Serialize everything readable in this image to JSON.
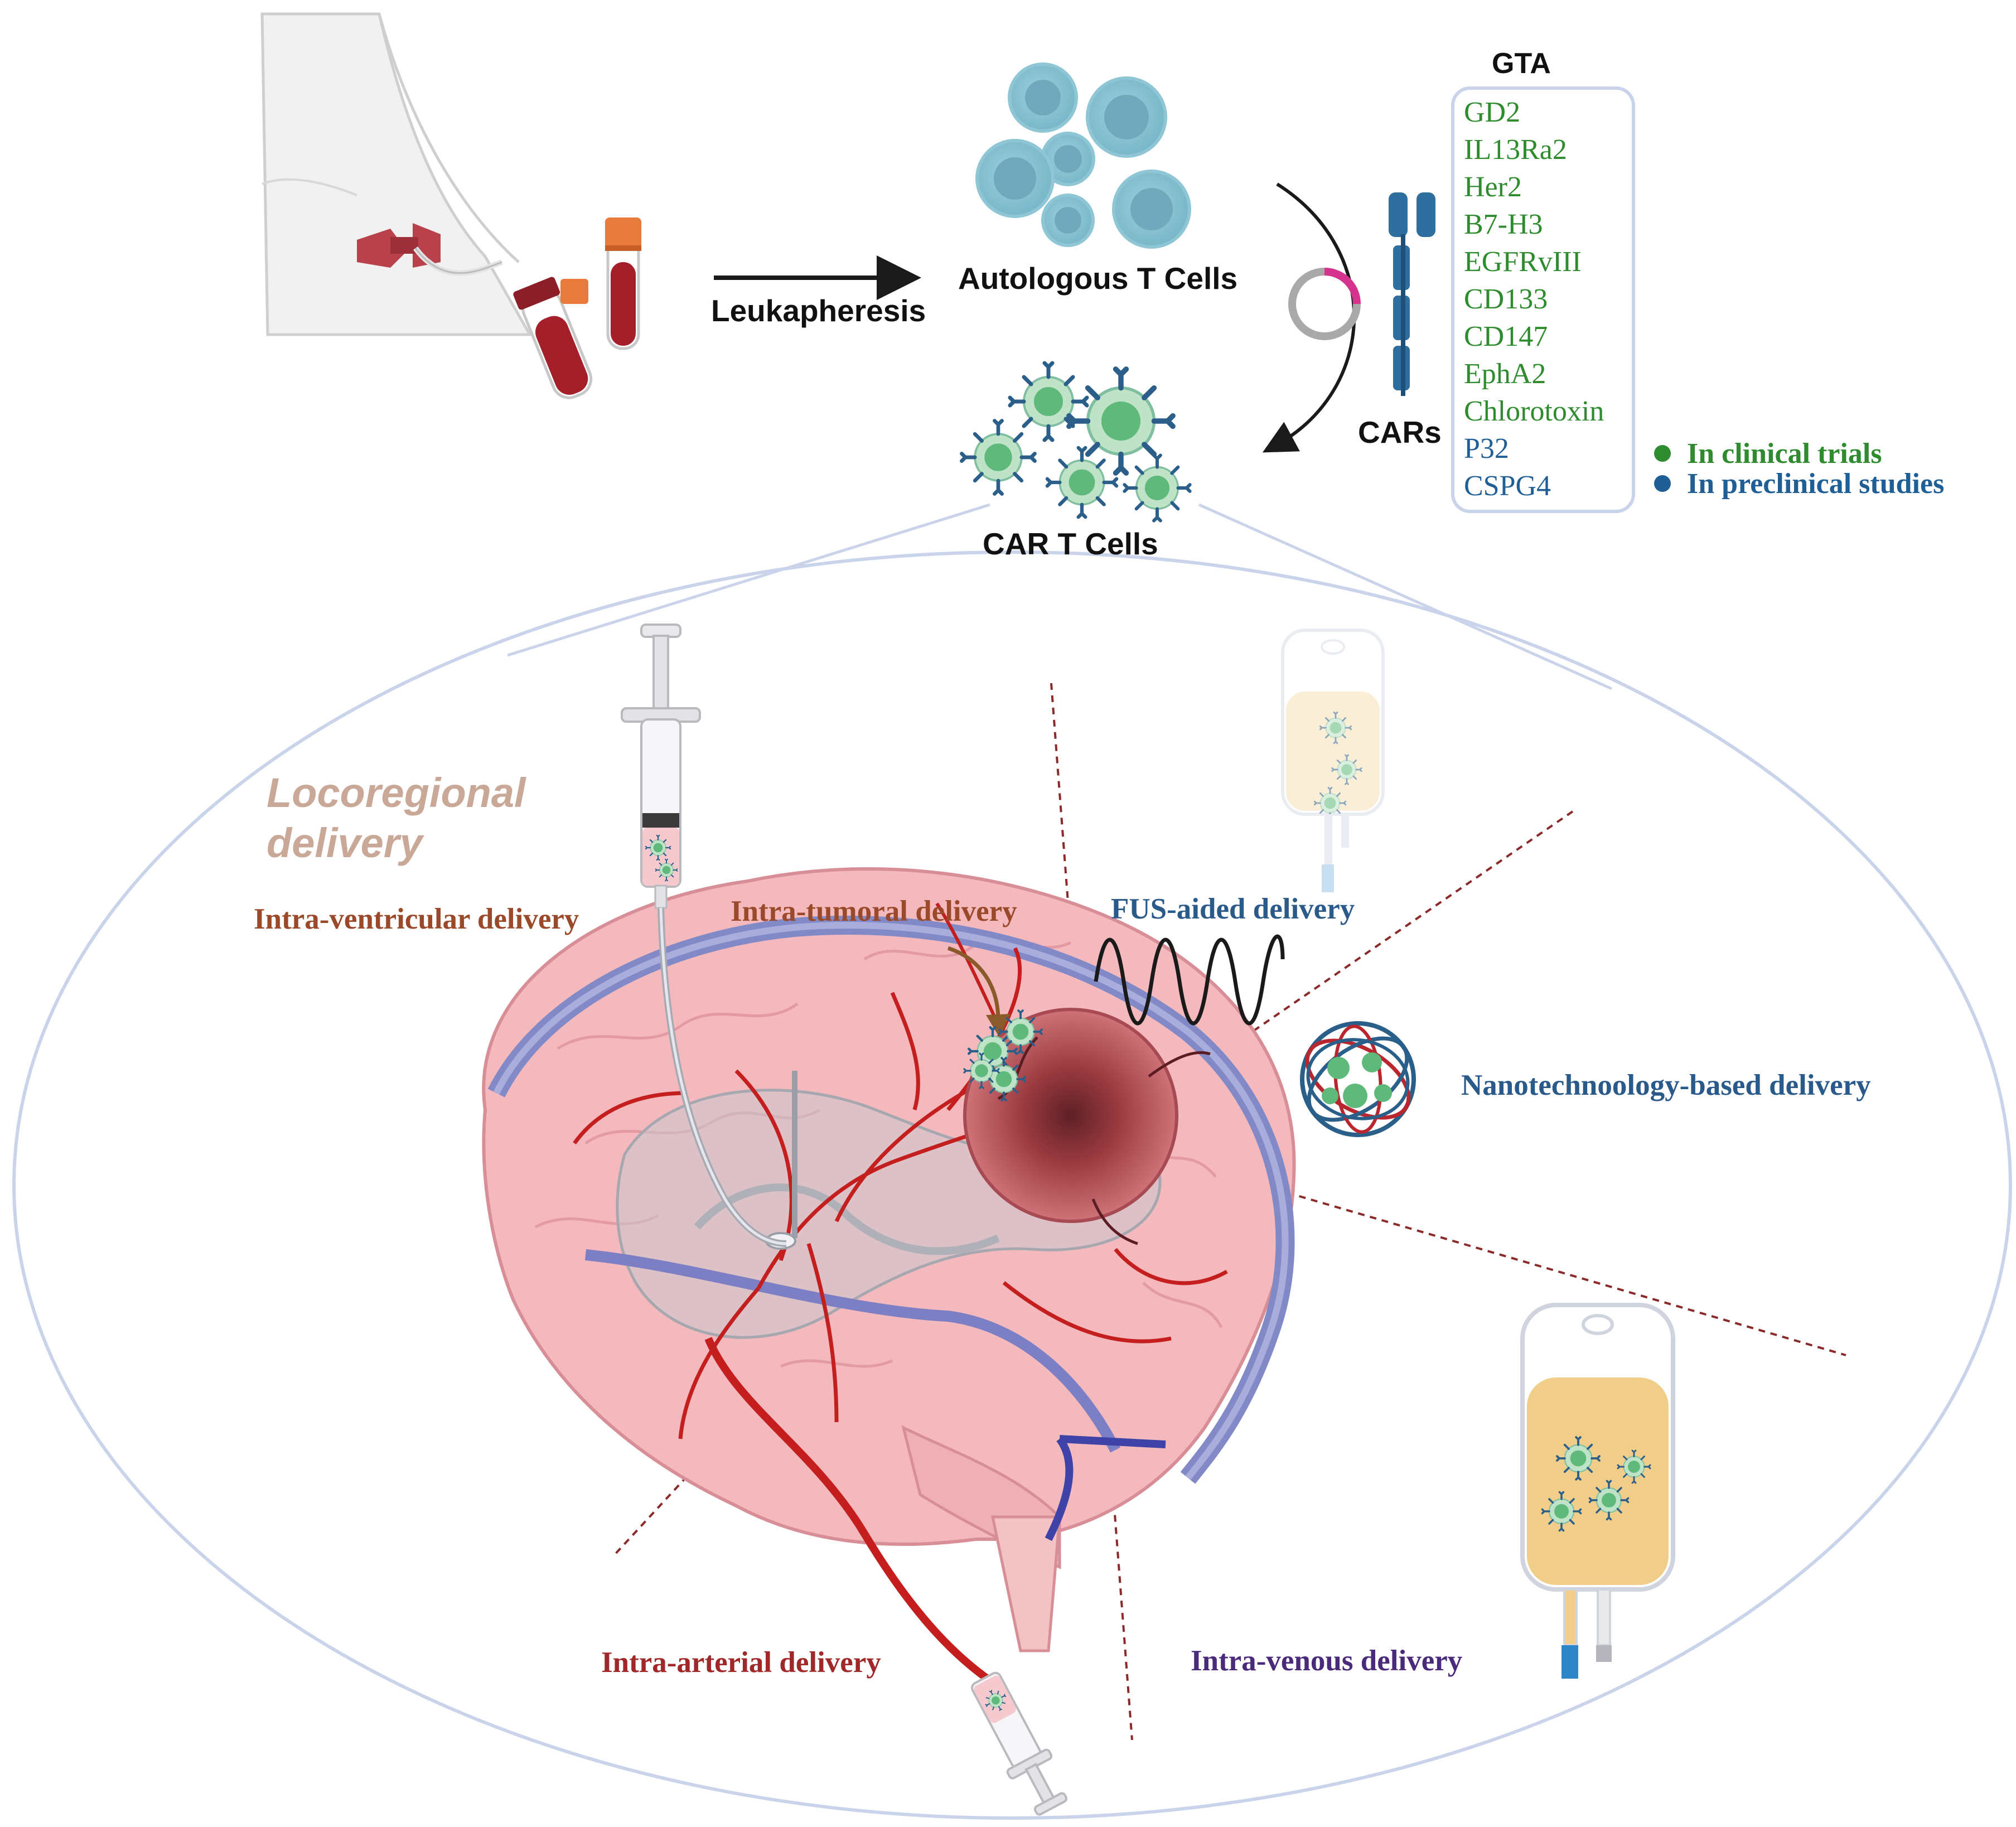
{
  "labels": {
    "leukapheresis": "Leukapheresis",
    "autologous_t_cells": "Autologous T Cells",
    "car_t_cells": "CAR T Cells",
    "cars": "CARs",
    "gta_title": "GTA",
    "locoregional_line1": "Locoregional",
    "locoregional_line2": "delivery",
    "intra_ventricular": "Intra-ventricular delivery",
    "intra_tumoral": "Intra-tumoral delivery",
    "fus_aided": "FUS-aided delivery",
    "nanotechnology": "Nanotechnoology-based delivery",
    "intra_arterial": "Intra-arterial delivery",
    "intra_venous": "Intra-venous delivery"
  },
  "gta_targets": [
    {
      "name": "GD2",
      "status": "clinical"
    },
    {
      "name": "IL13Ra2",
      "status": "clinical"
    },
    {
      "name": "Her2",
      "status": "clinical"
    },
    {
      "name": "B7-H3",
      "status": "clinical"
    },
    {
      "name": "EGFRvIII",
      "status": "clinical"
    },
    {
      "name": "CD133",
      "status": "clinical"
    },
    {
      "name": "CD147",
      "status": "clinical"
    },
    {
      "name": "EphA2",
      "status": "clinical"
    },
    {
      "name": "Chlorotoxin",
      "status": "clinical"
    },
    {
      "name": "P32",
      "status": "preclinical"
    },
    {
      "name": "CSPG4",
      "status": "preclinical"
    }
  ],
  "legend": [
    {
      "label": "In clinical trials",
      "color": "#2e8b2e"
    },
    {
      "label": "In preclinical studies",
      "color": "#1f5f96"
    }
  ],
  "colors": {
    "clinical": "#2e8b2e",
    "preclinical": "#1f5f96",
    "locoregional": "#c9a898",
    "locoregional_label": "#9a4a2a",
    "fus_label": "#2a5a8a",
    "arterial_label": "#a02828",
    "venous_label": "#4a2a7a",
    "brain": "#f3b6b8",
    "artery": "#c41e1e",
    "vein": "#7c7fc4"
  }
}
